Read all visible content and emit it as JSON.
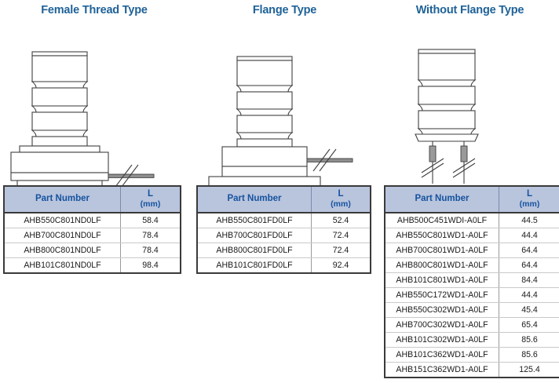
{
  "theme": {
    "title_color": "#1f6298",
    "table_header_bg": "#b9c4dd",
    "table_header_text": "#14539e",
    "table_border": "#3a3a3a",
    "row_divider": "#c9c9c9",
    "drawing_stroke": "#3f3f3f",
    "cable_fill": "#8f8f8f"
  },
  "panels": [
    {
      "title": "Female Thread Type",
      "diagram_name": "female-thread-type-drawing",
      "table": {
        "columns": [
          "Part Number",
          "L",
          "(mm)"
        ],
        "rows": [
          {
            "part": "AHB550C801ND0LF",
            "length": "58.4"
          },
          {
            "part": "AHB700C801ND0LF",
            "length": "78.4"
          },
          {
            "part": "AHB800C801ND0LF",
            "length": "78.4"
          },
          {
            "part": "AHB101C801ND0LF",
            "length": "98.4"
          }
        ]
      }
    },
    {
      "title": "Flange Type",
      "diagram_name": "flange-type-drawing",
      "table": {
        "columns": [
          "Part Number",
          "L",
          "(mm)"
        ],
        "rows": [
          {
            "part": "AHB550C801FD0LF",
            "length": "52.4"
          },
          {
            "part": "AHB700C801FD0LF",
            "length": "72.4"
          },
          {
            "part": "AHB800C801FD0LF",
            "length": "72.4"
          },
          {
            "part": "AHB101C801FD0LF",
            "length": "92.4"
          }
        ]
      }
    },
    {
      "title": "Without Flange Type",
      "diagram_name": "without-flange-type-drawing",
      "table": {
        "columns": [
          "Part Number",
          "L",
          "(mm)"
        ],
        "rows": [
          {
            "part": "AHB500C451WDI-A0LF",
            "length": "44.5"
          },
          {
            "part": "AHB550C801WD1-A0LF",
            "length": "44.4"
          },
          {
            "part": "AHB700C801WD1-A0LF",
            "length": "64.4"
          },
          {
            "part": "AHB800C801WD1-A0LF",
            "length": "64.4"
          },
          {
            "part": "AHB101C801WD1-A0LF",
            "length": "84.4"
          },
          {
            "part": "AHB550C172WD1-A0LF",
            "length": "44.4"
          },
          {
            "part": "AHB550C302WD1-A0LF",
            "length": "45.4"
          },
          {
            "part": "AHB700C302WD1-A0LF",
            "length": "65.4"
          },
          {
            "part": "AHB101C302WD1-A0LF",
            "length": "85.6"
          },
          {
            "part": "AHB101C362WD1-A0LF",
            "length": "85.6"
          },
          {
            "part": "AHB151C362WD1-A0LF",
            "length": "125.4"
          }
        ]
      }
    }
  ]
}
